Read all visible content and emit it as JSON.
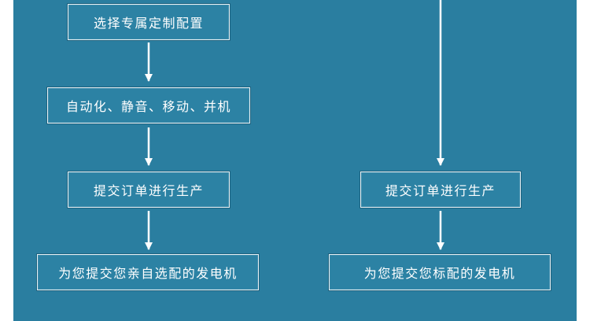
{
  "colors": {
    "background": "#2a7ea0",
    "box_border": "#e8f2f6",
    "text": "#ffffff"
  },
  "left_flow": {
    "step1": "选择专属定制配置",
    "step2": "自动化、静音、移动、并机",
    "step3": "提交订单进行生产",
    "step4": "为您提交您亲自选配的发电机"
  },
  "right_flow": {
    "step1": "提交订单进行生产",
    "step2": "为您提交您标配的发电机"
  }
}
